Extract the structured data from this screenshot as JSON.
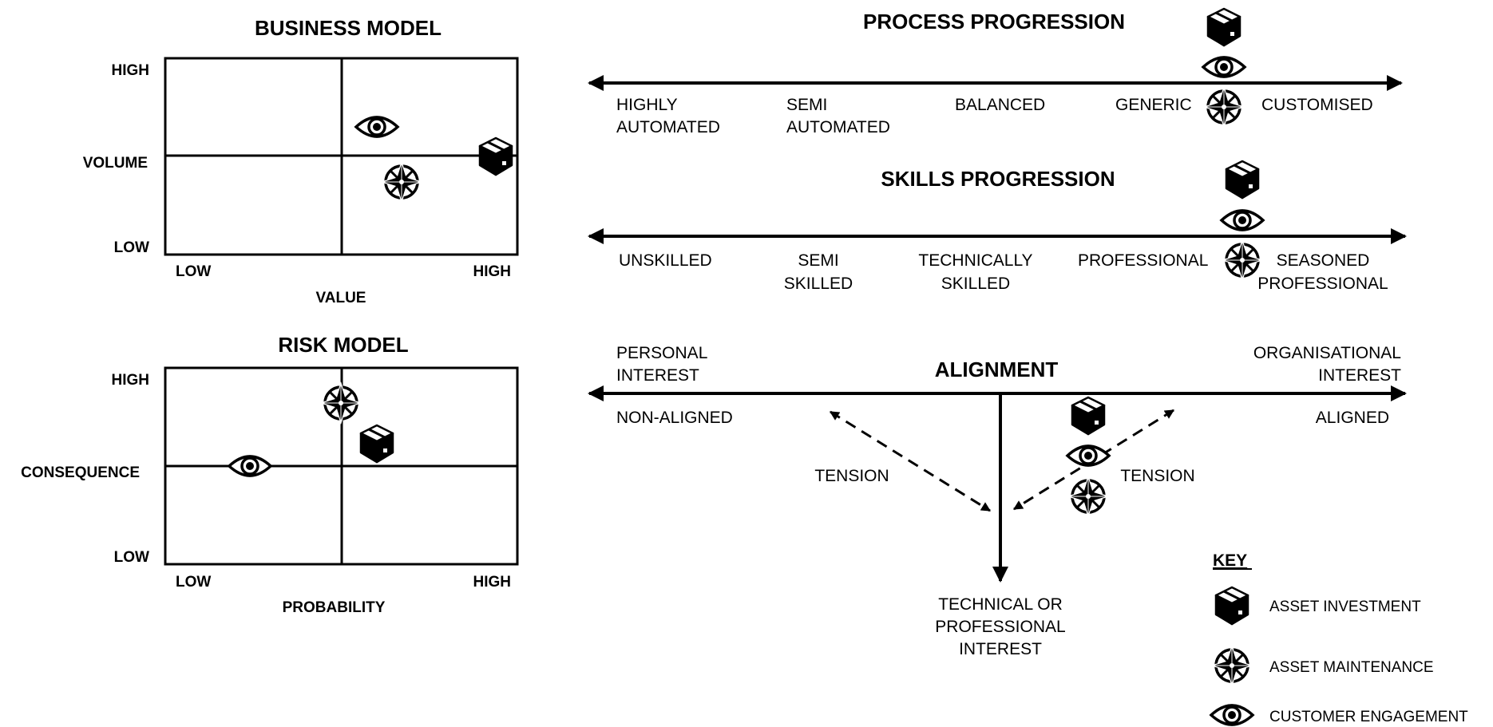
{
  "colors": {
    "ink": "#000000",
    "background": "#ffffff"
  },
  "icons": {
    "asset_investment": "box-icon",
    "asset_maintenance": "compass-star-icon",
    "customer_engagement": "eye-icon"
  },
  "business_model": {
    "title": "BUSINESS MODEL",
    "y_high": "HIGH",
    "y_label": "VOLUME",
    "y_low": "LOW",
    "x_low": "LOW",
    "x_high": "HIGH",
    "x_label": "VALUE"
  },
  "risk_model": {
    "title": "RISK MODEL",
    "y_high": "HIGH",
    "y_label": "CONSEQUENCE",
    "y_low": "LOW",
    "x_low": "LOW",
    "x_high": "HIGH",
    "x_label": "PROBABILITY"
  },
  "process_progression": {
    "title": "PROCESS PROGRESSION",
    "stages": [
      {
        "line1": "HIGHLY",
        "line2": "AUTOMATED"
      },
      {
        "line1": "SEMI",
        "line2": "AUTOMATED"
      },
      {
        "line1": "BALANCED",
        "line2": ""
      },
      {
        "line1": "GENERIC",
        "line2": ""
      },
      {
        "line1": "CUSTOMISED",
        "line2": ""
      }
    ]
  },
  "skills_progression": {
    "title": "SKILLS PROGRESSION",
    "stages": [
      {
        "line1": "UNSKILLED",
        "line2": ""
      },
      {
        "line1": "SEMI",
        "line2": "SKILLED"
      },
      {
        "line1": "TECHNICALLY",
        "line2": "SKILLED"
      },
      {
        "line1": "PROFESSIONAL",
        "line2": ""
      },
      {
        "line1": "SEASONED",
        "line2": "PROFESSIONAL"
      }
    ]
  },
  "alignment": {
    "title": "ALIGNMENT",
    "left_top_1": "PERSONAL",
    "left_top_2": "INTEREST",
    "right_top_1": "ORGANISATIONAL",
    "right_top_2": "INTEREST",
    "left_bottom": "NON-ALIGNED",
    "right_bottom": "ALIGNED",
    "tension_left": "TENSION",
    "tension_right": "TENSION",
    "bottom_1": "TECHNICAL OR",
    "bottom_2": "PROFESSIONAL",
    "bottom_3": "INTEREST"
  },
  "key": {
    "title": "KEY",
    "items": [
      {
        "label": "ASSET INVESTMENT",
        "icon": "box-icon"
      },
      {
        "label": "ASSET MAINTENANCE",
        "icon": "compass-star-icon"
      },
      {
        "label": "CUSTOMER ENGAGEMENT",
        "icon": "eye-icon"
      }
    ]
  }
}
